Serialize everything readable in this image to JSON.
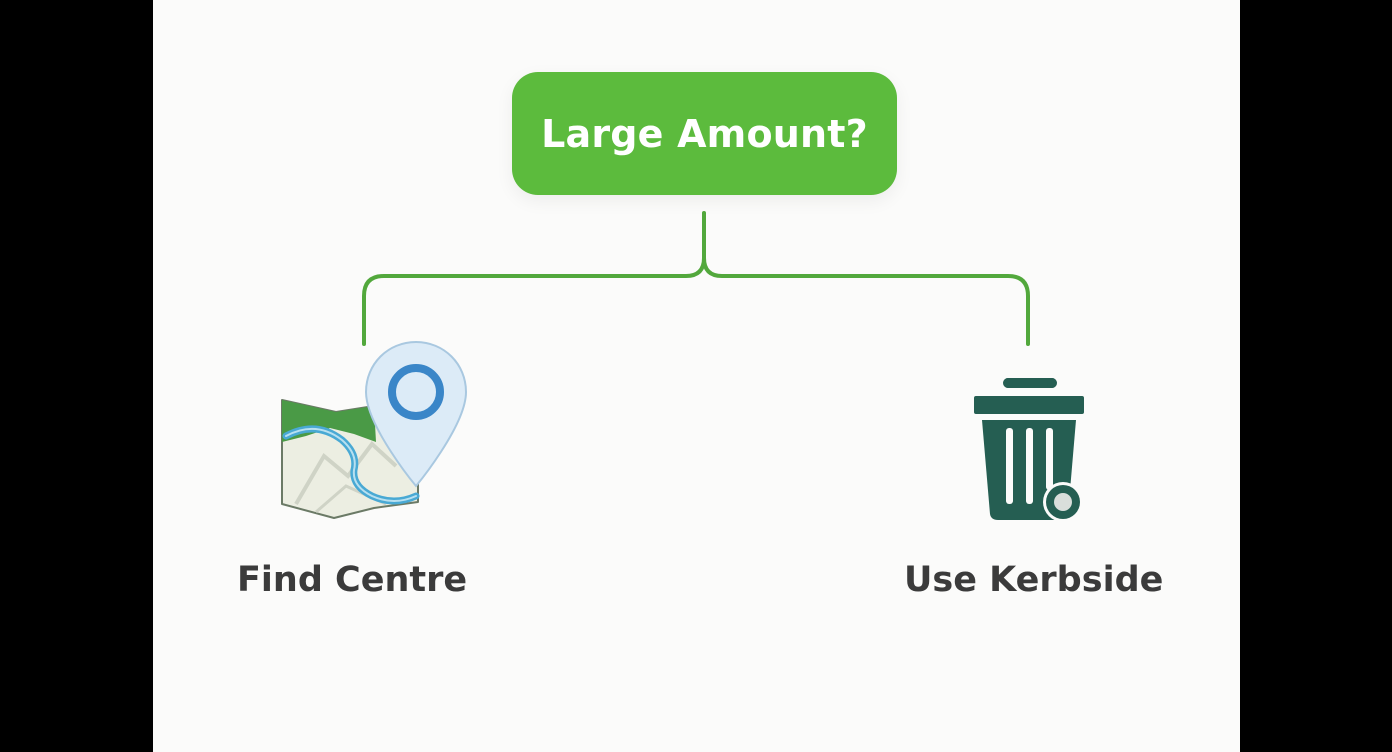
{
  "decision": {
    "label": "Large Amount?",
    "color": "#5cbb3d"
  },
  "options": [
    {
      "label": "Find Centre",
      "icon": "map-location-pin-icon"
    },
    {
      "label": "Use Kerbside",
      "icon": "trash-bin-icon"
    }
  ],
  "colors": {
    "connector": "#52a83c",
    "bin": "#255e52",
    "label_text": "#3b3b3b"
  }
}
